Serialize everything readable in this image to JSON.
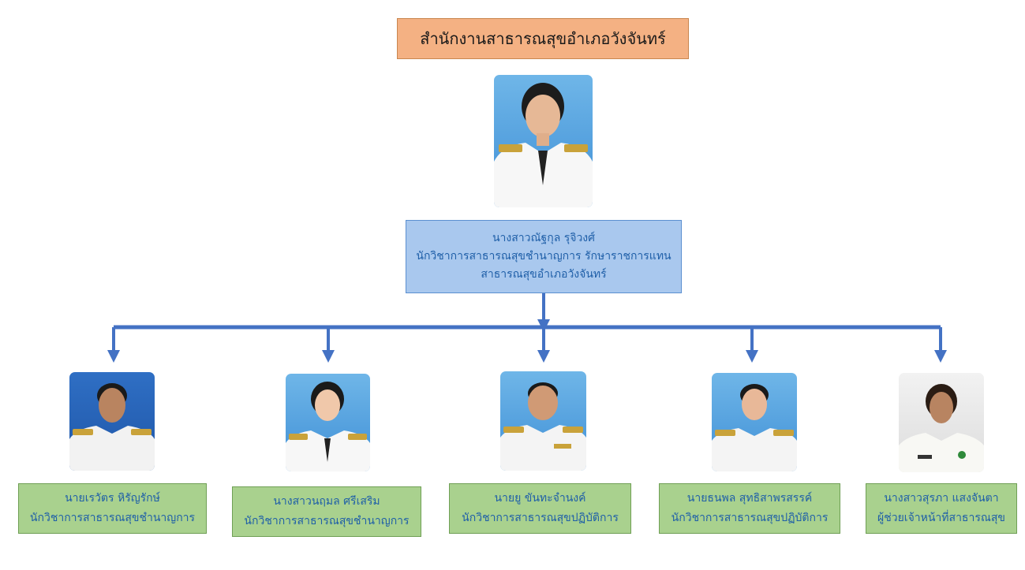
{
  "title": "สำนักงานสาธารณสุขอำเภอวังจันทร์",
  "head": {
    "name": "นางสาวณัฐกุล รุจิวงศ์",
    "position_line1": "นักวิชาการสาธารณสุขชำนาญการ รักษาราชการแทน",
    "position_line2": "สาธารณสุขอำเภอวังจันทร์"
  },
  "staff": [
    {
      "name": "นายเรวัตร หิรัญรักษ์",
      "position": "นักวิชาการสาธารณสุขชำนาญการ"
    },
    {
      "name": "นางสาวนฤมล ศรีเสริม",
      "position": "นักวิชาการสาธารณสุขชำนาญการ"
    },
    {
      "name": "นายยู ขันทะจำนงค์",
      "position": "นักวิชาการสาธารณสุขปฏิบัติการ"
    },
    {
      "name": "นายธนพล สุทธิสาพรสรรค์",
      "position": "นักวิชาการสาธารณสุขปฏิบัติการ"
    },
    {
      "name": "นางสาวสุรภา แสงจันตา",
      "position": "ผู้ช่วยเจ้าหน้าที่สาธารณสุข"
    }
  ],
  "colors": {
    "title_fill": "#f4b183",
    "head_fill": "#a9c8ee",
    "staff_fill": "#a9d18e",
    "connector": "#4472c4",
    "text": "#1f5fa8"
  }
}
